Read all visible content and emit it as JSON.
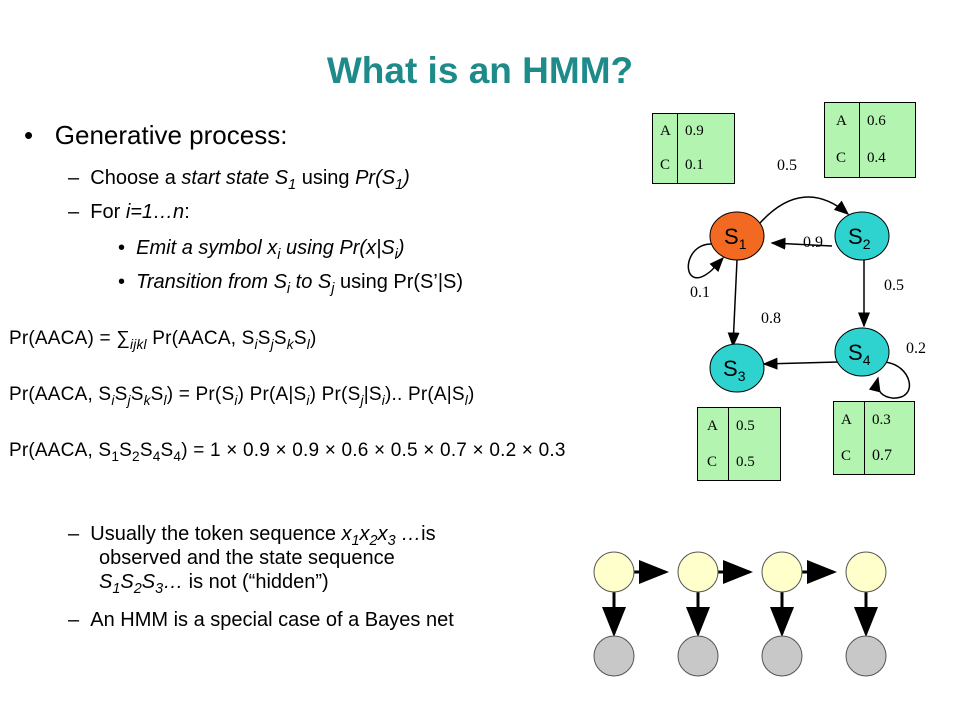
{
  "title": "What is an HMM?",
  "bullet1": "Generative process:",
  "dash1": {
    "pre": "Choose a ",
    "it1": "start state S",
    "sub1": "1",
    "mid": " using ",
    "it2": "Pr(S",
    "sub2": "1",
    "post": ")"
  },
  "dash2": {
    "pre": "For ",
    "it": "i=1…n",
    "post": ":"
  },
  "sub1": {
    "it1": "Emit a symbol x",
    "sub_i": "i",
    "it2": " using Pr(x|S",
    "sub_i2": "i",
    "post": ")"
  },
  "sub2": {
    "it1": "Transition from S",
    "sub_i": "i",
    "mid": " to S",
    "sub_j": "j",
    "post": " using Pr(S’|S)"
  },
  "eq1": {
    "lhs": "Pr(AACA) = ∑",
    "sumidx": "ijkl",
    "rhs": " Pr(AACA, S",
    "s1": "i",
    "s2": "j",
    "s3": "k",
    "s4": "l",
    "close": ")"
  },
  "eq2": {
    "lhs": "Pr(AACA, S",
    "a": "i",
    "b": "j",
    "c": "k",
    "d": "l",
    "mid": ") = Pr(S",
    "e": "i",
    "f": ") Pr(A|S",
    "g": "i",
    "h": ") Pr(S",
    "j1": "j",
    "k1": "|S",
    "l1": "i",
    "m": ").. Pr(A|S",
    "n": "l",
    "close": ")"
  },
  "eq3": {
    "lhs": "Pr(AACA, S",
    "a": "1",
    "b": "2",
    "c": "4",
    "d": "4",
    "rhs": ") = 1 × 0.9 × 0.9 × 0.6 × 0.5 × 0.7 × 0.2 × 0.3"
  },
  "dash3": {
    "pre": "Usually the token sequence ",
    "x": "x",
    "n1": "1",
    "n2": "2",
    "n3": "3",
    "dots": " …",
    "post": "is",
    "line2": "observed and the state sequence",
    "s": "S",
    "s_n1": "1",
    "s_n2": "2",
    "s_n3": "3",
    "s_dots": "…",
    "line3post": " is not (“hidden”)"
  },
  "dash4": "An HMM is a special case of a Bayes net",
  "dash_mark": "–",
  "bullet_mark": "•",
  "states": {
    "s1": "S",
    "s2": "S",
    "s3": "S",
    "s4": "S",
    "n1": "1",
    "n2": "2",
    "n3": "3",
    "n4": "4"
  },
  "transitions": {
    "s1_s2": "0.5",
    "s2_s1": "0.9",
    "s1_self": "0.1",
    "s1_s3": "0.8",
    "s2_s4": "0.5",
    "s4_self": "0.2"
  },
  "emit_s1": {
    "sym1": "A",
    "p1": "0.9",
    "sym2": "C",
    "p2": "0.1"
  },
  "emit_s2": {
    "sym1": "A",
    "p1": "0.6",
    "sym2": "C",
    "p2": "0.4"
  },
  "emit_s3": {
    "sym1": "A",
    "p1": "0.5",
    "sym2": "C",
    "p2": "0.5"
  },
  "emit_s4": {
    "sym1": "A",
    "p1": "0.3",
    "sym2": "C",
    "p2": "0.7"
  },
  "colors": {
    "title": "#1f8a8a",
    "s1_fill": "#f26a21",
    "state_fill": "#2ed3cf",
    "table_fill": "#b3f5b0",
    "hidden_fill": "#ffffcc",
    "observed_fill": "#c8c8c8"
  }
}
